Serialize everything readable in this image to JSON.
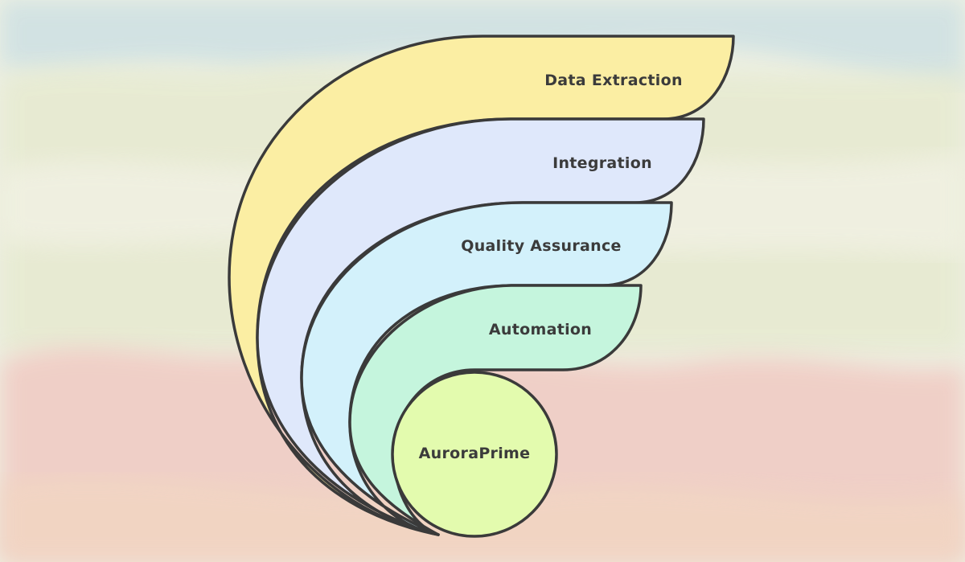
{
  "diagram": {
    "layers": [
      {
        "id": "data-extraction",
        "label": "Data Extraction",
        "color": "#fbeea3"
      },
      {
        "id": "integration",
        "label": "Integration",
        "color": "#dfe8fb"
      },
      {
        "id": "quality-assurance",
        "label": "Quality Assurance",
        "color": "#d3f1fb"
      },
      {
        "id": "automation",
        "label": "Automation",
        "color": "#c5f5dd"
      },
      {
        "id": "auroraprime",
        "label": "AuroraPrime",
        "color": "#e3fbae"
      }
    ],
    "colors": {
      "outline": "#3a3a3a",
      "text": "#3b3b3b",
      "sky": "#cfe1e2",
      "hills": "#e9ecd2",
      "ground": "#f1cfc6"
    }
  }
}
